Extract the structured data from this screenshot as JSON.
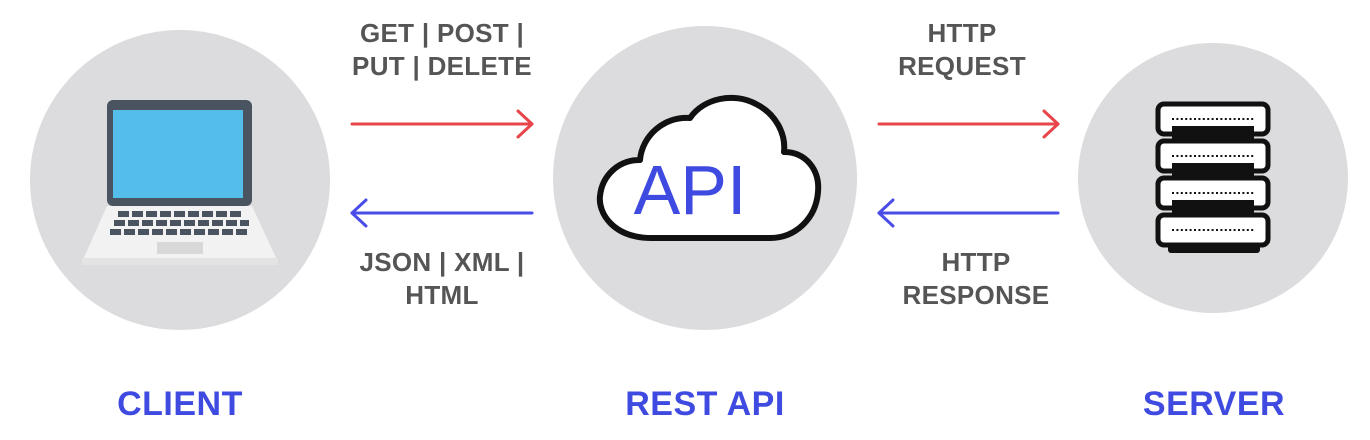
{
  "nodes": {
    "client": {
      "label": "CLIENT",
      "icon": "laptop-icon"
    },
    "rest_api": {
      "label": "REST API",
      "icon": "cloud-icon",
      "cloud_text": "API"
    },
    "server": {
      "label": "SERVER",
      "icon": "server-rack-icon"
    }
  },
  "edges": {
    "client_to_api": {
      "line1": "GET | POST |",
      "line2": "PUT | DELETE",
      "direction": "right"
    },
    "api_to_client": {
      "line1": "JSON | XML |",
      "line2": "HTML",
      "direction": "left"
    },
    "api_to_server": {
      "line1": "HTTP",
      "line2": "REQUEST",
      "direction": "right"
    },
    "server_to_api": {
      "line1": "HTTP",
      "line2": "RESPONSE",
      "direction": "left"
    }
  },
  "colors": {
    "circle": "#dcdcde",
    "request_arrow": "#e8454a",
    "response_arrow": "#4a4ce8",
    "node_label": "#3f4be0",
    "edge_label": "#555555",
    "laptop_screen": "#55bdea",
    "laptop_body": "#4a5360",
    "laptop_base": "#f2f2f2",
    "cloud_text": "#3f4be0"
  }
}
